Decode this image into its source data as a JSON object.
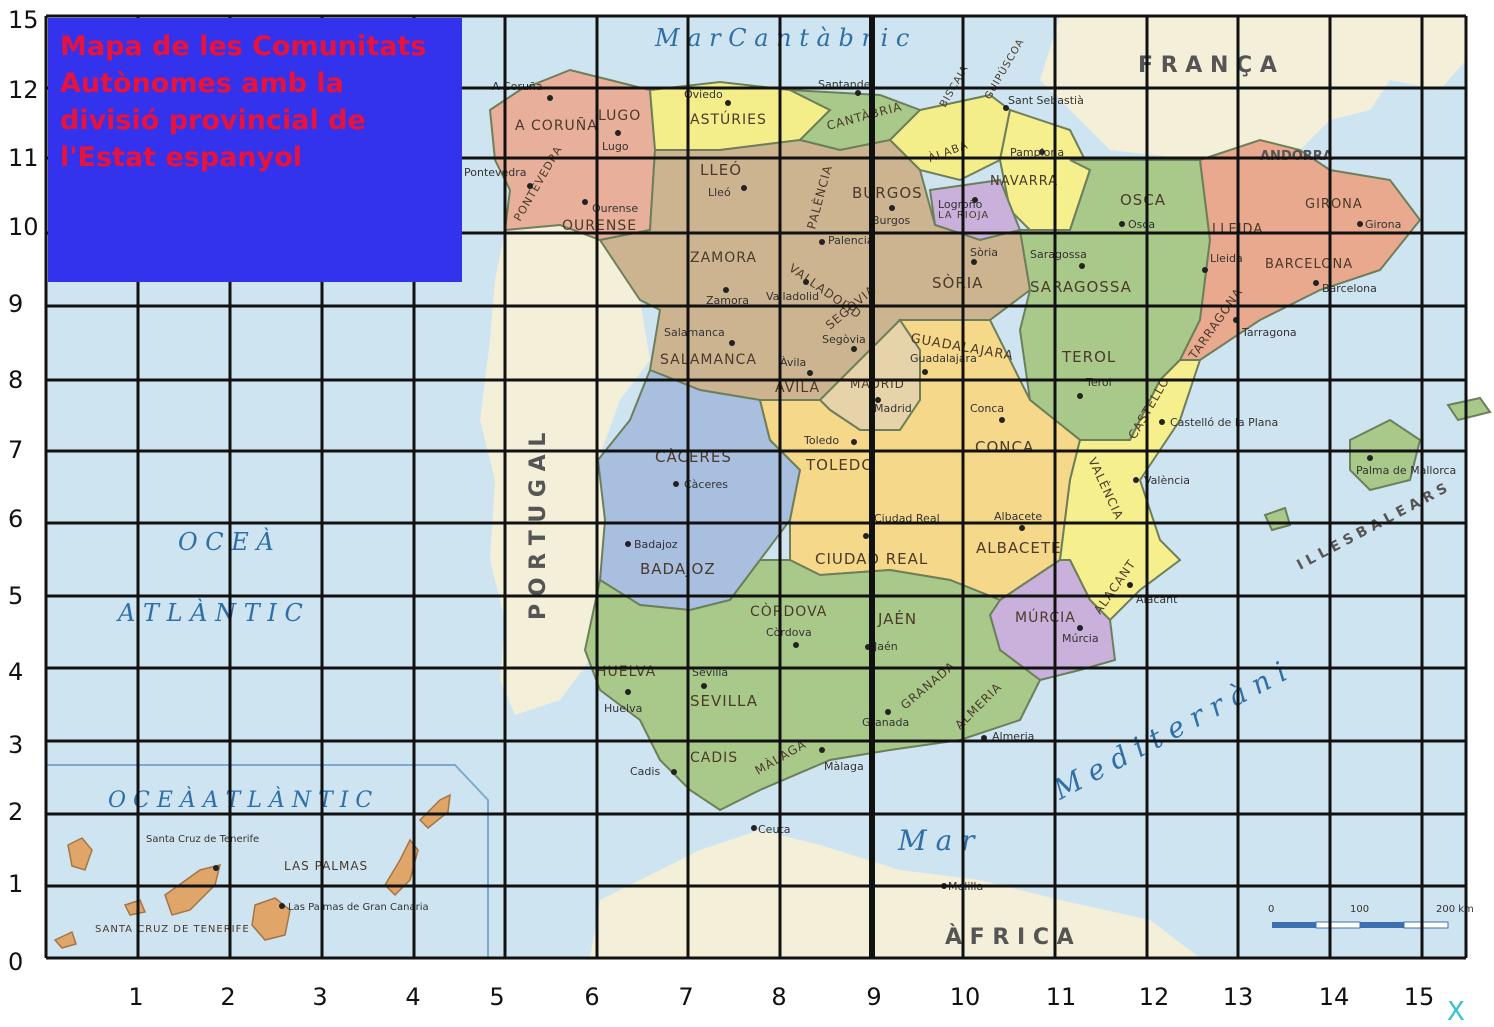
{
  "title": "Mapa de les Comunitats Autònomes amb la divisió provincial de l'Estat espanyol",
  "x_axis": {
    "name": "X",
    "ticks": [
      "1",
      "2",
      "3",
      "4",
      "5",
      "6",
      "7",
      "8",
      "9",
      "10",
      "11",
      "12",
      "13",
      "14",
      "15"
    ]
  },
  "y_axis": {
    "ticks": [
      "0",
      "1",
      "2",
      "3",
      "4",
      "5",
      "6",
      "7",
      "8",
      "9",
      "10",
      "11",
      "12",
      "15"
    ]
  },
  "colors": {
    "sea": "#cfe4f1",
    "foreign_land": "#f3efd9",
    "title_box": "#3333ee",
    "title_text": "#e8123a",
    "grid": "#111111",
    "galicia": "#e8b09a",
    "castilla_leon": "#cdb491",
    "asturias": "#f4ee8a",
    "green_regions": "#a9c98a",
    "extremadura": "#a9bfe0",
    "castilla_mancha": "#f6d88a",
    "catalunya": "#e9a98e",
    "murcia": "#c9b1db",
    "madrid": "#e7d3a9",
    "valencia": "#f6ef8e",
    "canarias": "#e0a568"
  },
  "sea_labels": [
    {
      "id": "cantabric",
      "text": "M a r   C a n t à b r i c"
    },
    {
      "id": "ocea1",
      "text": "O C E À"
    },
    {
      "id": "ocea2",
      "text": "A T L À N T I C"
    },
    {
      "id": "ocea3",
      "text": "O C E À   A T L À N T I C"
    },
    {
      "id": "med1",
      "text": "M e d i t e r r à n i"
    },
    {
      "id": "mar",
      "text": "M a r"
    }
  ],
  "country_labels": [
    {
      "id": "franca",
      "text": "F R A N Ç A"
    },
    {
      "id": "portugal",
      "text": "P O R T U G A L"
    },
    {
      "id": "africa",
      "text": "À F R I C A"
    },
    {
      "id": "andorra",
      "text": "ANDORRA"
    },
    {
      "id": "balears",
      "text": "I L L E S   B A L E A R S"
    }
  ],
  "provinces": [
    {
      "id": "corunya",
      "text": "A CORUÑA"
    },
    {
      "id": "lugo",
      "text": "LUGO"
    },
    {
      "id": "ourense",
      "text": "OURENSE"
    },
    {
      "id": "pontevedra",
      "text": "PONTEVEDRA"
    },
    {
      "id": "asturies",
      "text": "ASTÚRIES"
    },
    {
      "id": "cantabria",
      "text": "CANTÀBRIA"
    },
    {
      "id": "lleo",
      "text": "LLEÓ"
    },
    {
      "id": "palencia",
      "text": "PALÈNCIA"
    },
    {
      "id": "burgos",
      "text": "BURGOS"
    },
    {
      "id": "zamora",
      "text": "ZAMORA"
    },
    {
      "id": "valladolid",
      "text": "VALLADOLID"
    },
    {
      "id": "soria",
      "text": "SÒRIA"
    },
    {
      "id": "salamanca",
      "text": "SALAMANCA"
    },
    {
      "id": "avila",
      "text": "ÀVILA"
    },
    {
      "id": "segovia",
      "text": "SEGÒVIA"
    },
    {
      "id": "guadalajara",
      "text": "GUADALAJARA"
    },
    {
      "id": "madrid",
      "text": "MADRID"
    },
    {
      "id": "caceres",
      "text": "CÀCERES"
    },
    {
      "id": "toledo",
      "text": "TOLEDO"
    },
    {
      "id": "conca",
      "text": "CONCA"
    },
    {
      "id": "badajoz",
      "text": "BADAJOZ"
    },
    {
      "id": "ciudadreal",
      "text": "CIUDAD REAL"
    },
    {
      "id": "albacete",
      "text": "ALBACETE"
    },
    {
      "id": "navarra",
      "text": "NAVARRA"
    },
    {
      "id": "alaba",
      "text": "ÀLABA"
    },
    {
      "id": "biscaia",
      "text": "BISCAIA"
    },
    {
      "id": "guipuscoa",
      "text": "GUIPÚSCOA"
    },
    {
      "id": "larioja",
      "text": "LA RIOJA"
    },
    {
      "id": "osca",
      "text": "OSCA"
    },
    {
      "id": "saragossa",
      "text": "SARAGOSSA"
    },
    {
      "id": "terol",
      "text": "TEROL"
    },
    {
      "id": "lleida",
      "text": "LLEIDA"
    },
    {
      "id": "girona",
      "text": "GIRONA"
    },
    {
      "id": "barcelona",
      "text": "BARCELONA"
    },
    {
      "id": "tarragona",
      "text": "TARRAGONA"
    },
    {
      "id": "castello",
      "text": "CASTELLÓ"
    },
    {
      "id": "valencia",
      "text": "VALÈNCIA"
    },
    {
      "id": "alacant",
      "text": "ALACANT"
    },
    {
      "id": "murcia",
      "text": "MÚRCIA"
    },
    {
      "id": "cordova",
      "text": "CÒRDOVA"
    },
    {
      "id": "jaen",
      "text": "JAÉN"
    },
    {
      "id": "huelva",
      "text": "HUELVA"
    },
    {
      "id": "sevilla",
      "text": "SEVILLA"
    },
    {
      "id": "granada",
      "text": "GRANADA"
    },
    {
      "id": "almeria",
      "text": "ALMERIA"
    },
    {
      "id": "cadis",
      "text": "CADIS"
    },
    {
      "id": "malaga",
      "text": "MÀLAGA"
    },
    {
      "id": "laspalmas",
      "text": "LAS PALMAS"
    },
    {
      "id": "santacruz",
      "text": "SANTA CRUZ DE TENERIFE"
    }
  ],
  "cities": [
    {
      "id": "c-corunya",
      "text": "A Coruña"
    },
    {
      "id": "c-lugo",
      "text": "Lugo"
    },
    {
      "id": "c-pontevedra",
      "text": "Pontevedra"
    },
    {
      "id": "c-ourense",
      "text": "Ourense"
    },
    {
      "id": "c-oviedo",
      "text": "Oviedo"
    },
    {
      "id": "c-santander",
      "text": "Santander"
    },
    {
      "id": "c-lleo",
      "text": "Lleó"
    },
    {
      "id": "c-palencia",
      "text": "Palencia"
    },
    {
      "id": "c-burgos",
      "text": "Burgos"
    },
    {
      "id": "c-zamora",
      "text": "Zamora"
    },
    {
      "id": "c-valladolid",
      "text": "Valladolid"
    },
    {
      "id": "c-soria",
      "text": "Sòria"
    },
    {
      "id": "c-salamanca",
      "text": "Salamanca"
    },
    {
      "id": "c-avila",
      "text": "Àvila"
    },
    {
      "id": "c-segovia",
      "text": "Segòvia"
    },
    {
      "id": "c-guadalajara",
      "text": "Guadalajara"
    },
    {
      "id": "c-madrid",
      "text": "Madrid"
    },
    {
      "id": "c-caceres",
      "text": "Càceres"
    },
    {
      "id": "c-toledo",
      "text": "Toledo"
    },
    {
      "id": "c-conca",
      "text": "Conca"
    },
    {
      "id": "c-badajoz",
      "text": "Badajoz"
    },
    {
      "id": "c-ciudadreal",
      "text": "Ciudad Real"
    },
    {
      "id": "c-albacete",
      "text": "Albacete"
    },
    {
      "id": "c-santsebastia",
      "text": "Sant Sebastià"
    },
    {
      "id": "c-pamplona",
      "text": "Pamplona"
    },
    {
      "id": "c-logrono",
      "text": "Logroño"
    },
    {
      "id": "c-osca",
      "text": "Osca"
    },
    {
      "id": "c-saragossa",
      "text": "Saragossa"
    },
    {
      "id": "c-terol",
      "text": "Terol"
    },
    {
      "id": "c-lleida",
      "text": "Lleida"
    },
    {
      "id": "c-girona",
      "text": "Girona"
    },
    {
      "id": "c-barcelona",
      "text": "Barcelona"
    },
    {
      "id": "c-tarragona",
      "text": "Tarragona"
    },
    {
      "id": "c-castello",
      "text": "Castelló de la Plana"
    },
    {
      "id": "c-valencia",
      "text": "València"
    },
    {
      "id": "c-alacant",
      "text": "Alacant"
    },
    {
      "id": "c-murcia",
      "text": "Múrcia"
    },
    {
      "id": "c-cordova",
      "text": "Còrdova"
    },
    {
      "id": "c-jaen",
      "text": "Jaén"
    },
    {
      "id": "c-huelva",
      "text": "Huelva"
    },
    {
      "id": "c-sevilla",
      "text": "Sevilla"
    },
    {
      "id": "c-granada",
      "text": "Granada"
    },
    {
      "id": "c-almeria",
      "text": "Almeria"
    },
    {
      "id": "c-cadis",
      "text": "Cadis"
    },
    {
      "id": "c-malaga",
      "text": "Màlaga"
    },
    {
      "id": "c-ceuta",
      "text": "Ceuta"
    },
    {
      "id": "c-melilla",
      "text": "Melilla"
    },
    {
      "id": "c-palma",
      "text": "Palma de Mallorca"
    },
    {
      "id": "c-santacruz",
      "text": "Santa Cruz de Tenerife"
    },
    {
      "id": "c-laspalmas",
      "text": "Las Palmas de Gran Canaria"
    }
  ],
  "scale_bar": {
    "ticks": [
      "0",
      "100",
      "200 km"
    ]
  }
}
